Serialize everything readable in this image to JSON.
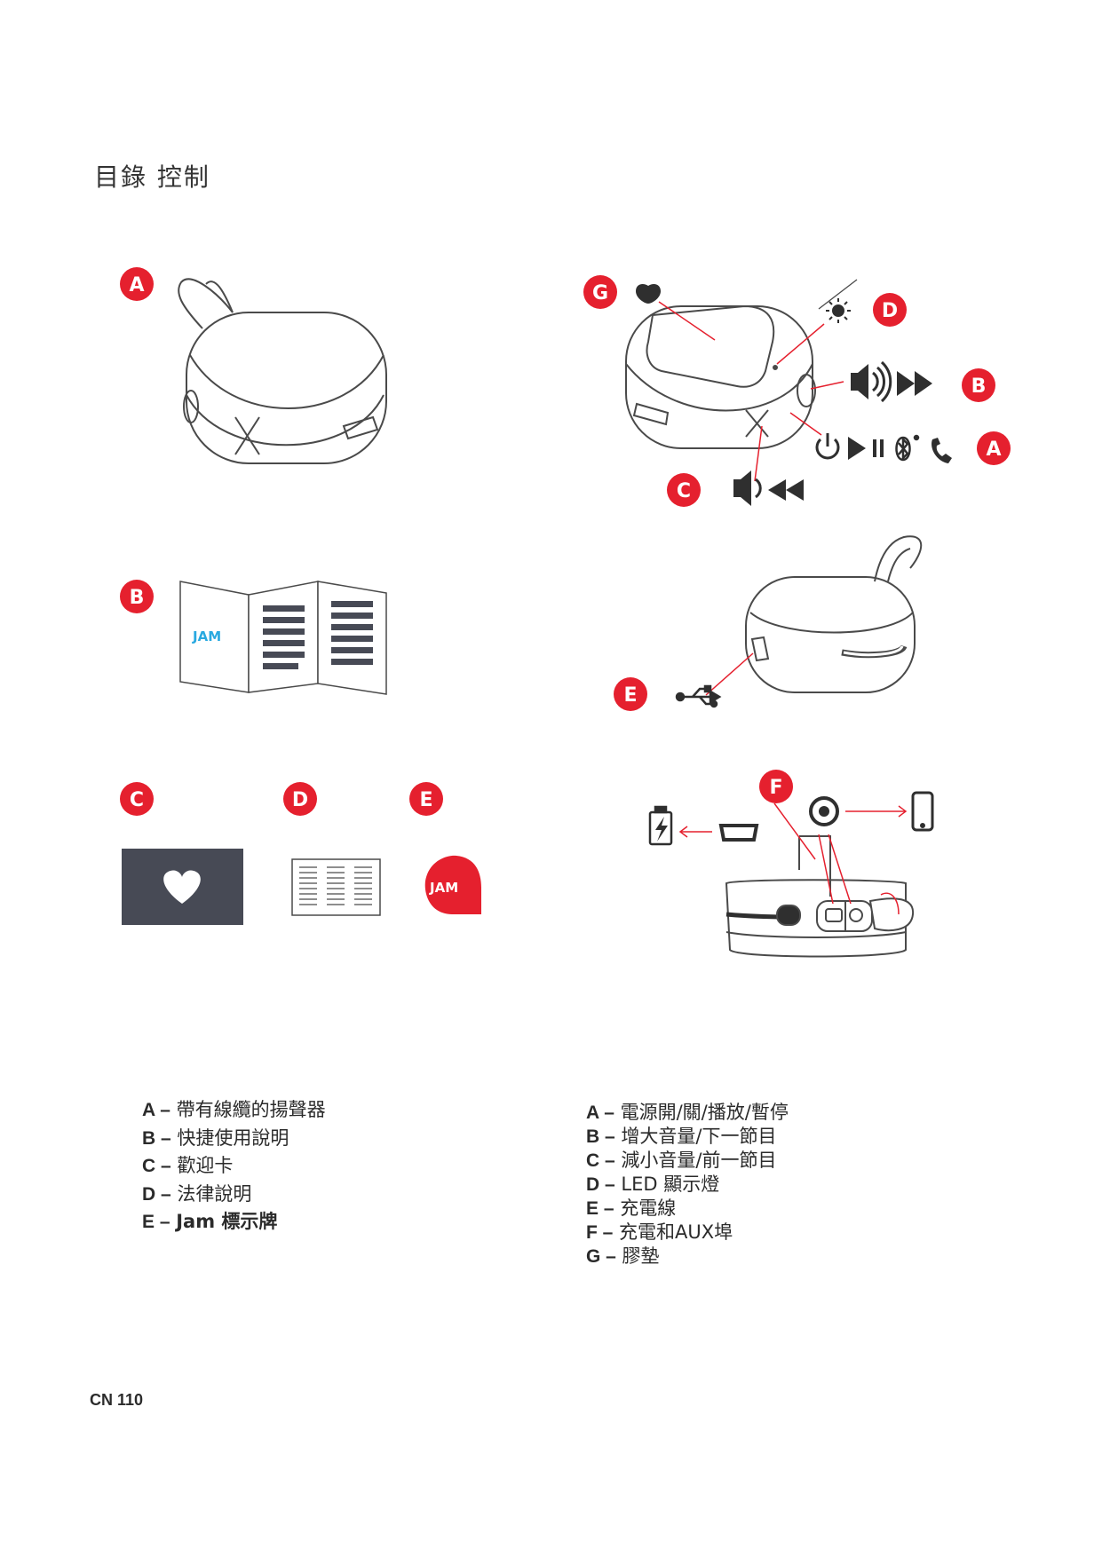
{
  "title": "目錄 控制",
  "figures": {
    "contents": {
      "speaker_label": "A",
      "guide_label": "B",
      "card_label": "C",
      "legal_label": "D",
      "badge_label": "E"
    },
    "controls": {
      "pad_label": "G",
      "led_label": "D",
      "volume_up_label": "B",
      "power_label": "A",
      "volume_down_label": "C",
      "cable_label": "E",
      "port_label": "F"
    }
  },
  "contents_list": [
    {
      "key": "A –",
      "text": "帶有線纜的揚聲器"
    },
    {
      "key": "B –",
      "text": "快捷使用說明"
    },
    {
      "key": "C –",
      "text": "歡迎卡"
    },
    {
      "key": "D –",
      "text": "法律說明"
    },
    {
      "key": "E –",
      "text": " Jam 標示牌"
    }
  ],
  "controls_list": [
    {
      "key": "A –",
      "text": "電源開/關/播放/暫停"
    },
    {
      "key": "B –",
      "text": " 增大音量/下一節目"
    },
    {
      "key": "C –",
      "text": " 減小音量/前一節目"
    },
    {
      "key": "D –",
      "text": " LED 顯示燈"
    },
    {
      "key": "E –",
      "text": "  充電線"
    },
    {
      "key": "F –",
      "text": "  充電和AUX埠"
    },
    {
      "key": "G –",
      "text": "膠墊"
    }
  ],
  "footer": "CN 110",
  "colors": {
    "badge": "#e5202e",
    "line": "#4a4a4a",
    "card": "#474a55",
    "logo_blue": "#29a9e0"
  }
}
